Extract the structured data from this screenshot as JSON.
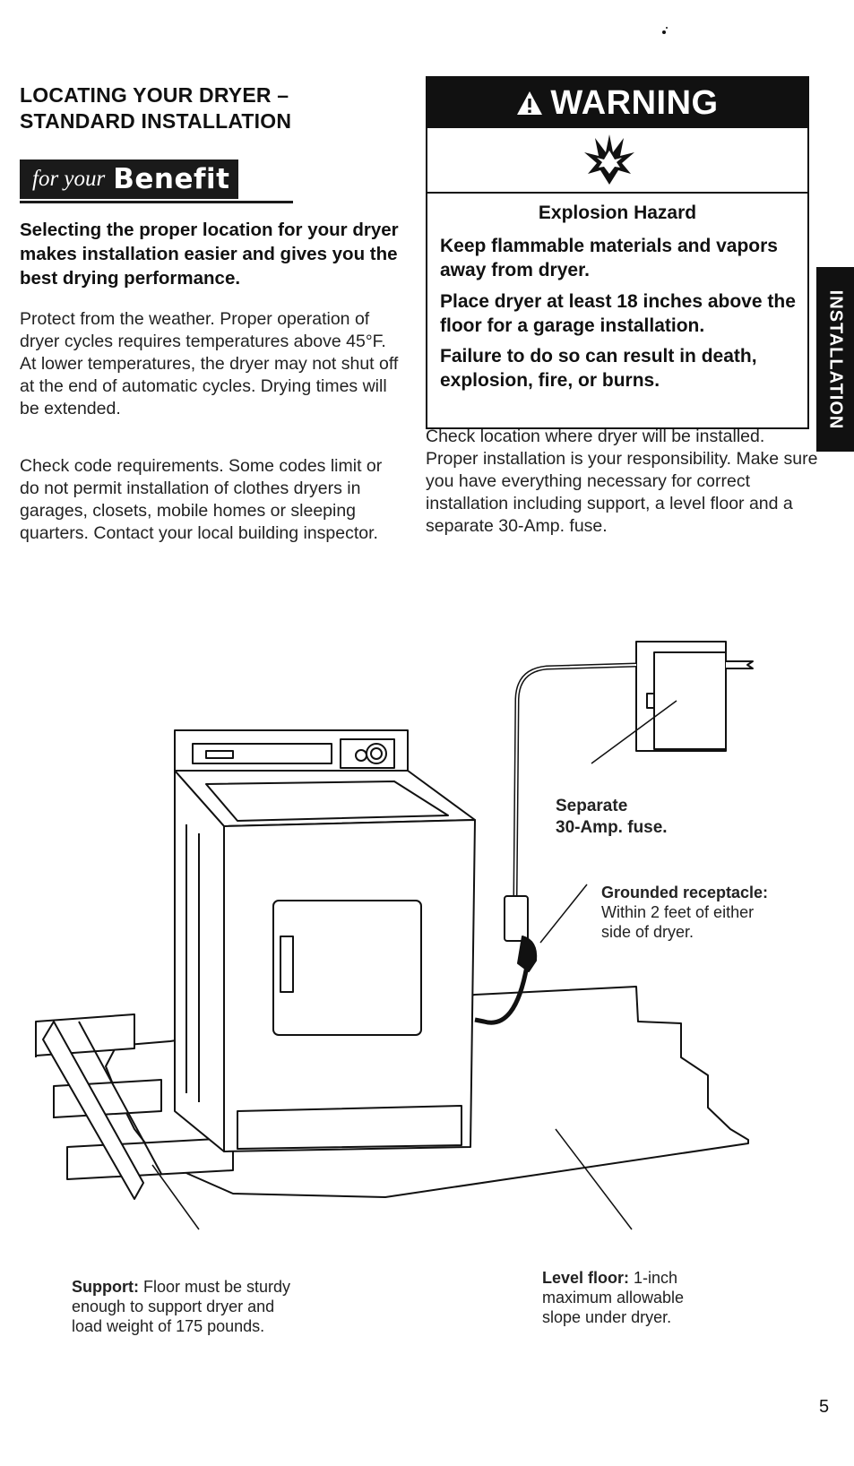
{
  "heading": {
    "line1": "LOCATING YOUR DRYER –",
    "line2": "STANDARD INSTALLATION"
  },
  "benefit_banner": {
    "prefix": "for your",
    "word": "Benefit"
  },
  "lead": "Selecting the proper location for your dryer makes installation easier and gives you the best drying performance.",
  "paragraphs": {
    "p1": "Protect from the weather. Proper operation of dryer cycles requires temperatures above 45°F. At lower temperatures, the dryer may not shut off at the end of automatic cycles. Drying times will be extended.",
    "p2": "Check code requirements. Some codes limit or do not permit installation of clothes dryers in garages, closets, mobile homes or sleeping quarters. Contact your local building inspector."
  },
  "warning": {
    "title": "WARNING",
    "hazard": "Explosion Hazard",
    "line1": "Keep flammable materials and vapors away from dryer.",
    "line2": "Place dryer at least 18 inches above the floor for a garage installation.",
    "line3": "Failure to do so can result in death, explosion, fire, or burns."
  },
  "check_para": "Check location where dryer will be installed. Proper installation is your responsibility. Make sure you have everything necessary for correct installation including support, a level floor and a separate 30-Amp. fuse.",
  "side_tab": "INSTALLATION",
  "labels": {
    "fuse_line1": "Separate",
    "fuse_line2": "30-Amp. fuse.",
    "receptacle_title": "Grounded receptacle:",
    "receptacle_line1": "Within 2 feet of either",
    "receptacle_line2": "side of dryer.",
    "support_title": "Support:",
    "support_text1": " Floor must be sturdy",
    "support_text2": "enough to support dryer and",
    "support_text3": "load weight of 175 pounds.",
    "floor_title": "Level floor:",
    "floor_text1": " 1-inch",
    "floor_text2": "maximum allowable",
    "floor_text3": "slope under dryer."
  },
  "page_number": "5"
}
